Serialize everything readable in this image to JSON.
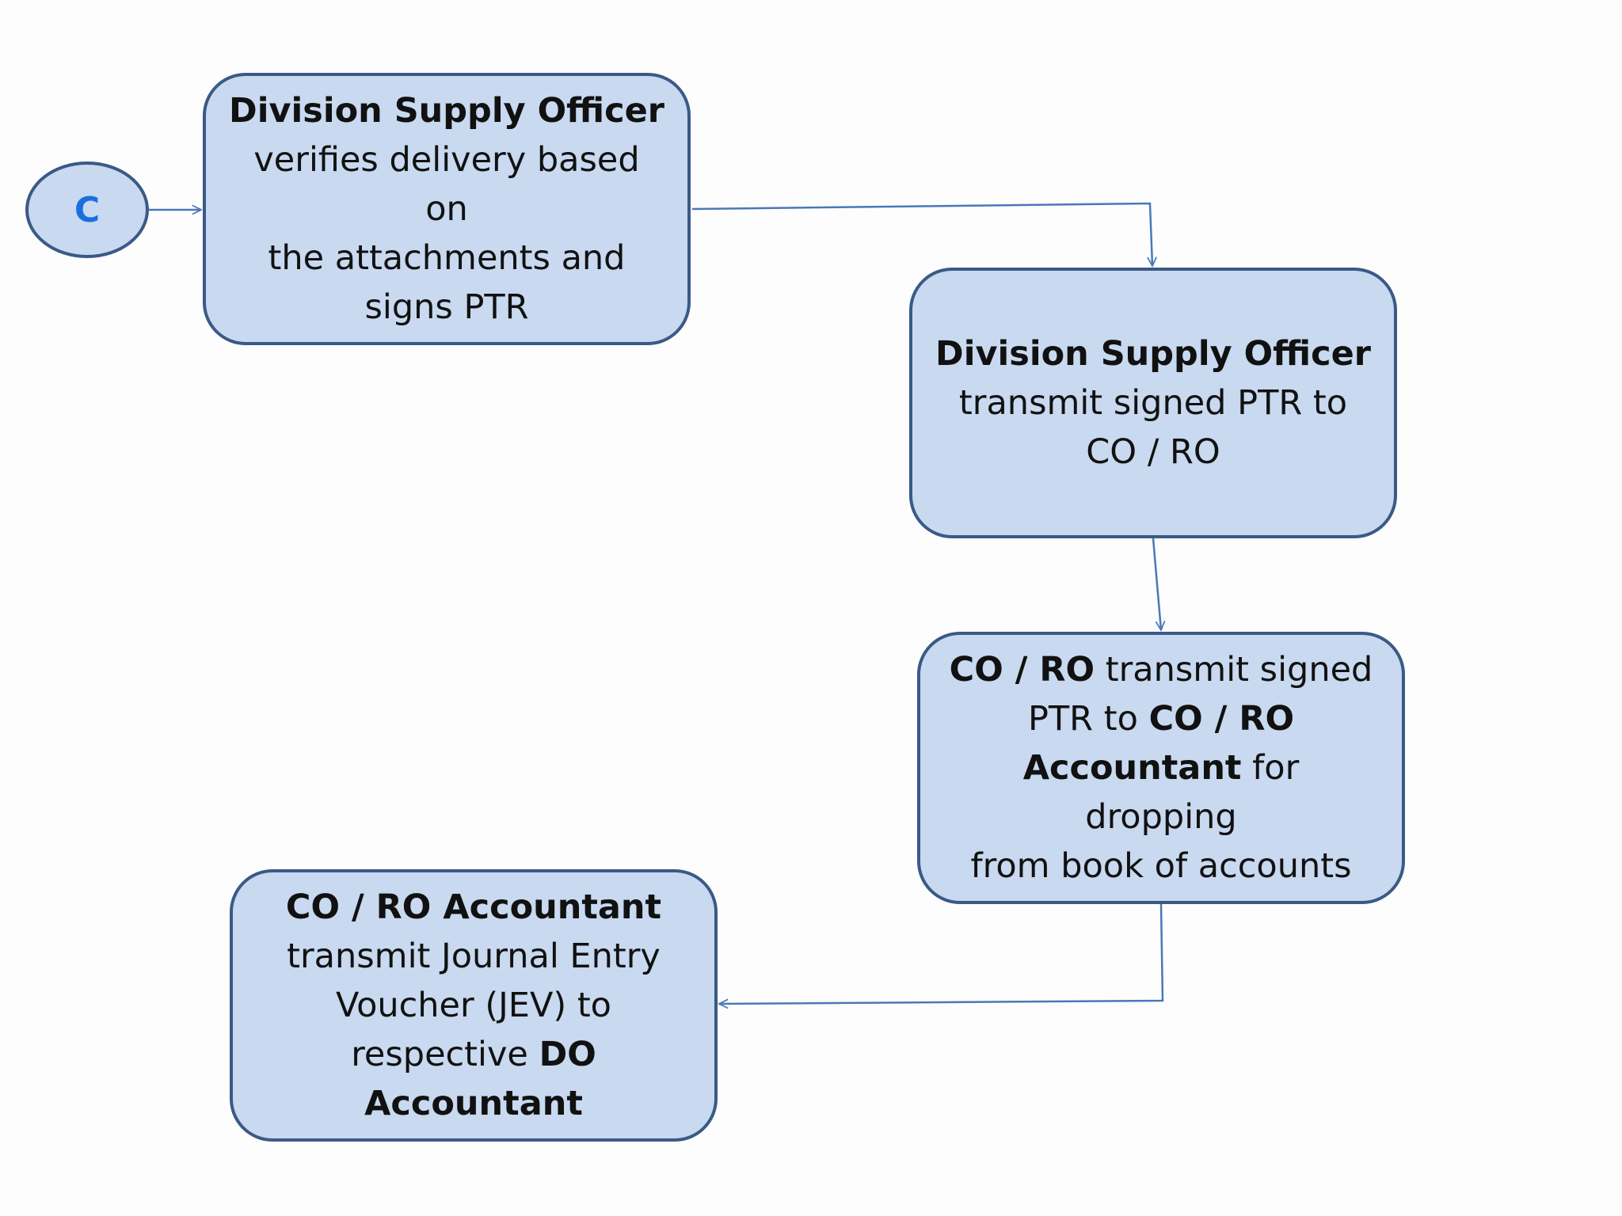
{
  "start_connector": {
    "label": "C"
  },
  "steps": [
    {
      "id": "step-1",
      "lines": [
        [
          {
            "text": "Division Supply Officer",
            "bold": true
          }
        ],
        [
          {
            "text": "verifies delivery based on",
            "bold": false
          }
        ],
        [
          {
            "text": "the attachments and",
            "bold": false
          }
        ],
        [
          {
            "text": "signs PTR",
            "bold": false
          }
        ]
      ]
    },
    {
      "id": "step-2",
      "lines": [
        [
          {
            "text": "Division Supply Officer",
            "bold": true
          }
        ],
        [
          {
            "text": "transmit signed PTR to",
            "bold": false
          }
        ],
        [
          {
            "text": "CO / RO",
            "bold": false
          }
        ]
      ]
    },
    {
      "id": "step-3",
      "lines": [
        [
          {
            "text": "CO / RO",
            "bold": true
          },
          {
            "text": " transmit signed",
            "bold": false
          }
        ],
        [
          {
            "text": "PTR to ",
            "bold": false
          },
          {
            "text": "CO / RO",
            "bold": true
          }
        ],
        [
          {
            "text": "Accountant",
            "bold": true
          },
          {
            "text": " for dropping",
            "bold": false
          }
        ],
        [
          {
            "text": "from book of accounts",
            "bold": false
          }
        ]
      ]
    },
    {
      "id": "step-4",
      "lines": [
        [
          {
            "text": "CO / RO Accountant",
            "bold": true
          }
        ],
        [
          {
            "text": "transmit Journal Entry",
            "bold": false
          }
        ],
        [
          {
            "text": "Voucher (JEV) to",
            "bold": false
          }
        ],
        [
          {
            "text": "respective ",
            "bold": false
          },
          {
            "text": "DO",
            "bold": true
          }
        ],
        [
          {
            "text": "Accountant",
            "bold": true
          }
        ]
      ]
    }
  ],
  "colors": {
    "box_fill": "#c8d9f0",
    "box_border": "#3a5a86",
    "arrow": "#4a78b8",
    "connector_text": "#1a6fe0",
    "background": "#fdfdfd"
  }
}
